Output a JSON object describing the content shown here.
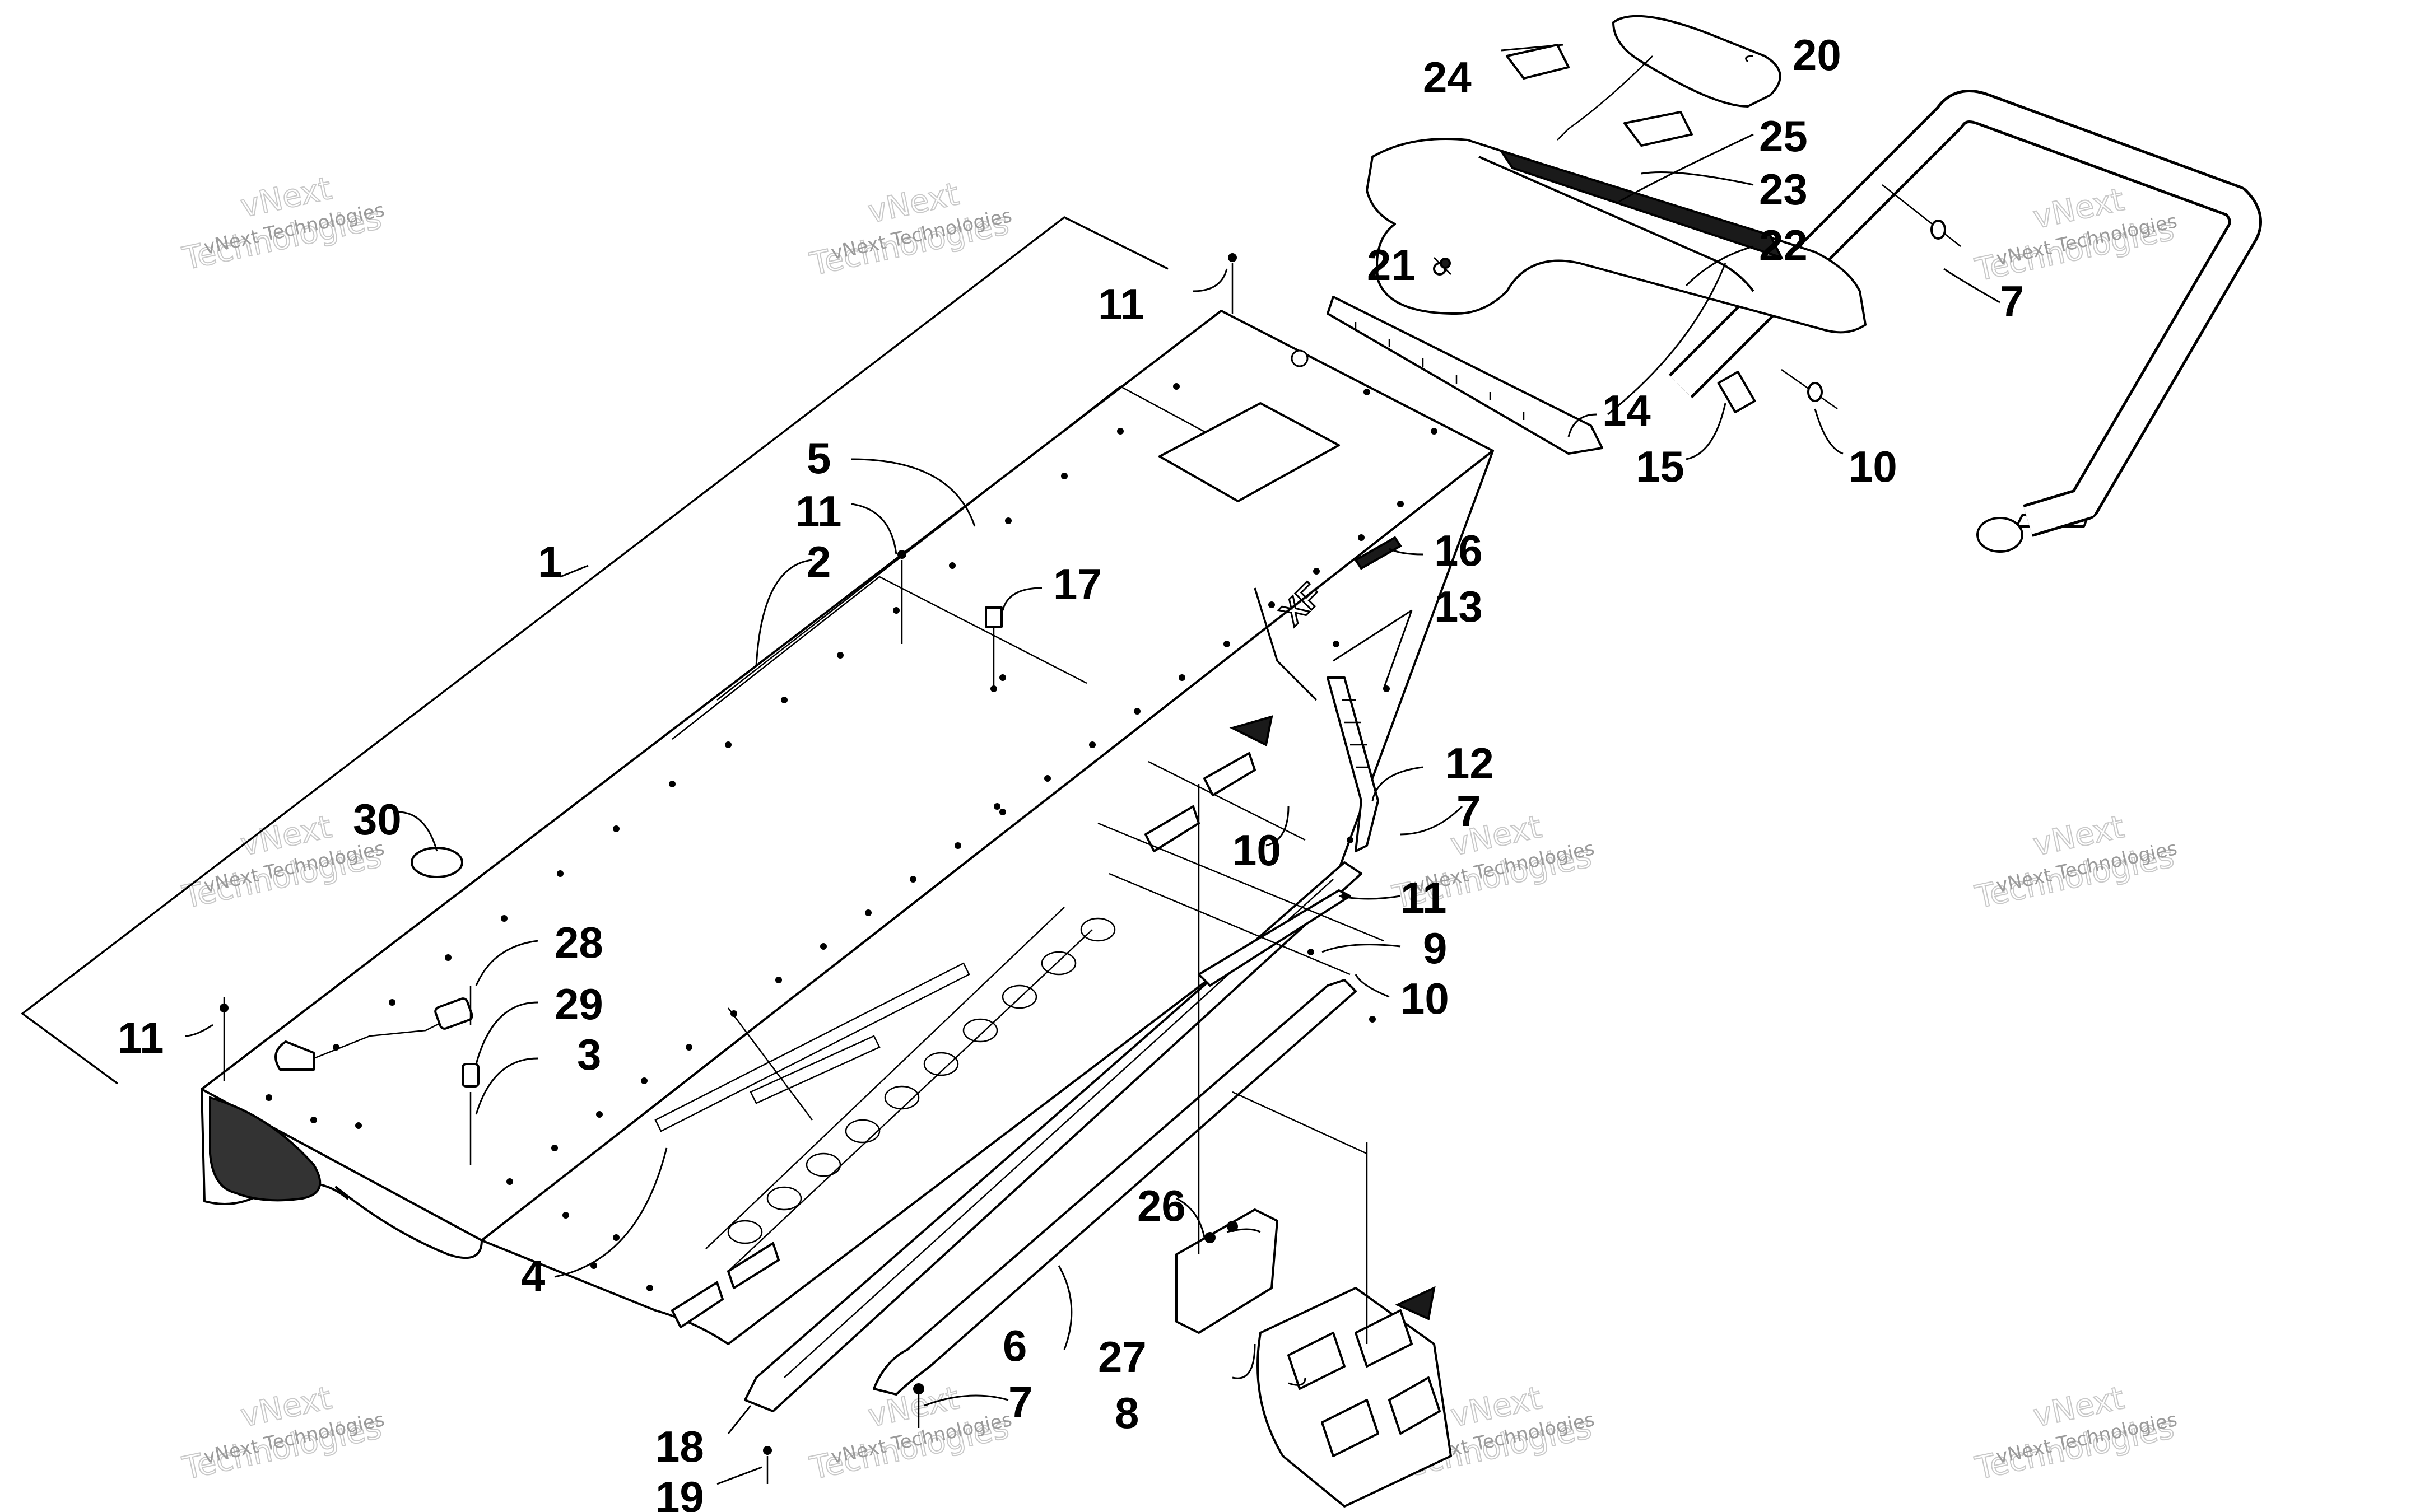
{
  "callouts": [
    {
      "id": "c1",
      "text": "1"
    },
    {
      "id": "c2",
      "text": "2"
    },
    {
      "id": "c3",
      "text": "3"
    },
    {
      "id": "c4",
      "text": "4"
    },
    {
      "id": "c5",
      "text": "5"
    },
    {
      "id": "c6",
      "text": "6"
    },
    {
      "id": "c7a",
      "text": "7"
    },
    {
      "id": "c7b",
      "text": "7"
    },
    {
      "id": "c7c",
      "text": "7"
    },
    {
      "id": "c8",
      "text": "8"
    },
    {
      "id": "c9",
      "text": "9"
    },
    {
      "id": "c10a",
      "text": "10"
    },
    {
      "id": "c10b",
      "text": "10"
    },
    {
      "id": "c10c",
      "text": "10"
    },
    {
      "id": "c11a",
      "text": "11"
    },
    {
      "id": "c11b",
      "text": "11"
    },
    {
      "id": "c11c",
      "text": "11"
    },
    {
      "id": "c11d",
      "text": "11"
    },
    {
      "id": "c12",
      "text": "12"
    },
    {
      "id": "c13",
      "text": "13"
    },
    {
      "id": "c14",
      "text": "14"
    },
    {
      "id": "c15",
      "text": "15"
    },
    {
      "id": "c16",
      "text": "16"
    },
    {
      "id": "c17",
      "text": "17"
    },
    {
      "id": "c18",
      "text": "18"
    },
    {
      "id": "c19",
      "text": "19"
    },
    {
      "id": "c20",
      "text": "20"
    },
    {
      "id": "c21",
      "text": "21"
    },
    {
      "id": "c22",
      "text": "22"
    },
    {
      "id": "c23",
      "text": "23"
    },
    {
      "id": "c24",
      "text": "24"
    },
    {
      "id": "c25",
      "text": "25"
    },
    {
      "id": "c26",
      "text": "26"
    },
    {
      "id": "c27",
      "text": "27"
    },
    {
      "id": "c28",
      "text": "28"
    },
    {
      "id": "c29",
      "text": "29"
    },
    {
      "id": "c30",
      "text": "30"
    }
  ],
  "watermark": {
    "line1": "vNext Technologies",
    "line2": "vNext",
    "line3": "Technologies"
  }
}
